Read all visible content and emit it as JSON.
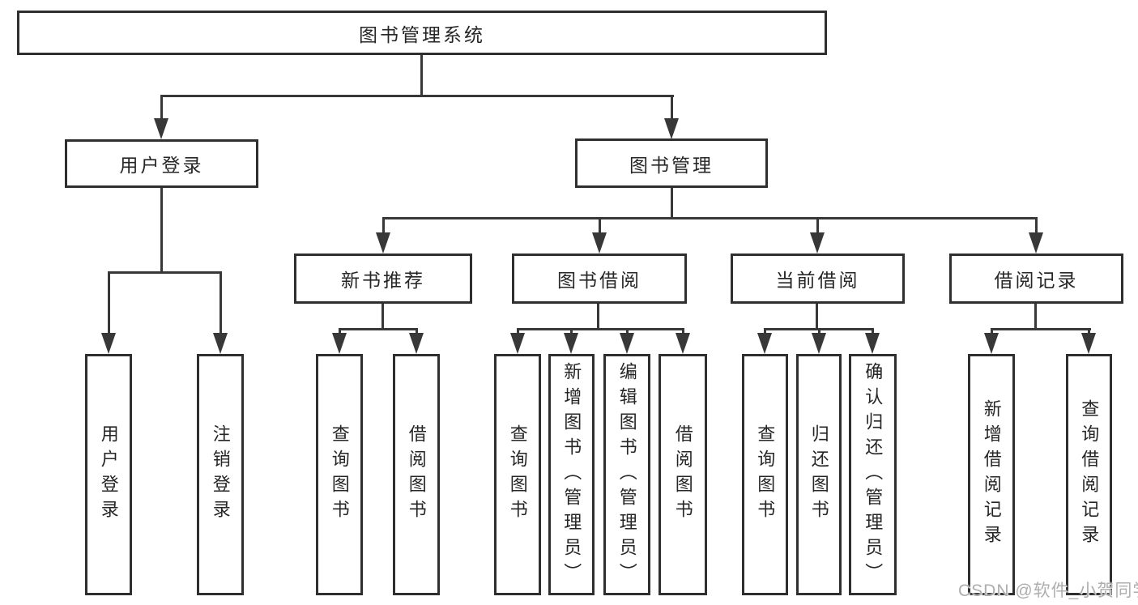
{
  "diagram": {
    "root": {
      "label": "图书管理系统"
    },
    "level2": [
      {
        "label": "用户登录",
        "children": [
          {
            "label": "用户登录"
          },
          {
            "label": "注销登录"
          }
        ]
      },
      {
        "label": "图书管理",
        "children": [
          {
            "label": "新书推荐",
            "children": [
              {
                "label": "查询图书"
              },
              {
                "label": "借阅图书"
              }
            ]
          },
          {
            "label": "图书借阅",
            "children": [
              {
                "label": "查询图书"
              },
              {
                "label": "新增图书（管理员）"
              },
              {
                "label": "编辑图书（管理员）"
              },
              {
                "label": "借阅图书"
              }
            ]
          },
          {
            "label": "当前借阅",
            "children": [
              {
                "label": "查询图书"
              },
              {
                "label": "归还图书"
              },
              {
                "label": "确认归还（管理员）"
              }
            ]
          },
          {
            "label": "借阅记录",
            "children": [
              {
                "label": "新增借阅记录"
              },
              {
                "label": "查询借阅记录"
              }
            ]
          }
        ]
      }
    ]
  },
  "watermark": {
    "text": "CSDN @软件_小贺同学"
  },
  "colors": {
    "line": "#383838",
    "border": "#2f2f2f",
    "text": "#262626",
    "watermark": "#aeaeae",
    "background": "#ffffff"
  }
}
